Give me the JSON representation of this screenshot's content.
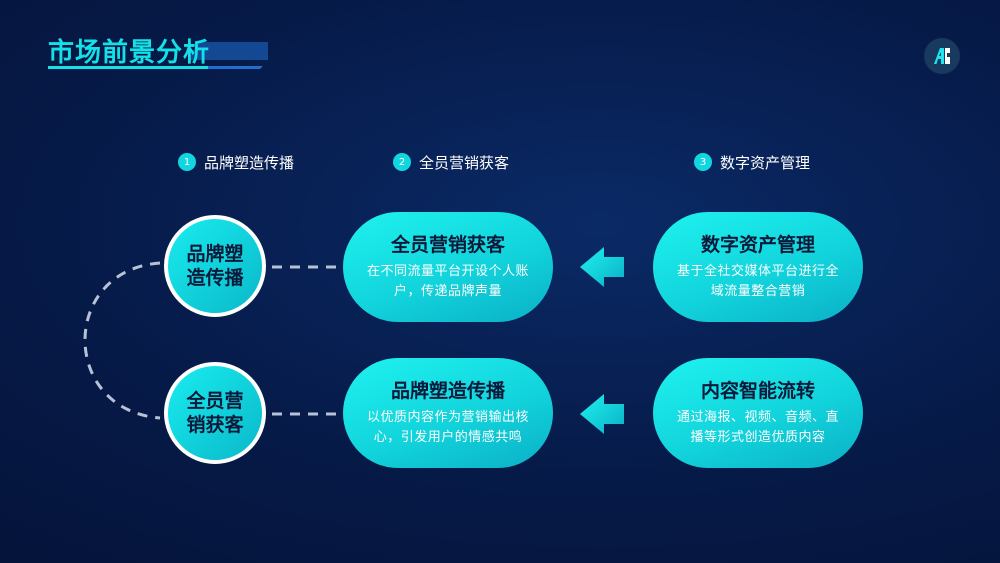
{
  "header": {
    "title": "市场前景分析"
  },
  "logo": {
    "icon": "app-logo-icon"
  },
  "steps": [
    {
      "num": "1",
      "label": "品牌塑造传播"
    },
    {
      "num": "2",
      "label": "全员营销获客"
    },
    {
      "num": "3",
      "label": "数字资产管理"
    }
  ],
  "circles": [
    {
      "label": "品牌塑造传播"
    },
    {
      "label": "全员营销获客"
    }
  ],
  "cards": {
    "row1_middle": {
      "title": "全员营销获客",
      "desc": "在不同流量平台开设个人账户，传递品牌声量"
    },
    "row1_right": {
      "title": "数字资产管理",
      "desc": "基于全社交媒体平台进行全域流量整合营销"
    },
    "row2_middle": {
      "title": "品牌塑造传播",
      "desc": "以优质内容作为营销输出核心，引发用户的情感共鸣"
    },
    "row2_right": {
      "title": "内容智能流转",
      "desc": "通过海报、视频、音频、直播等形式创造优质内容"
    }
  },
  "colors": {
    "accent": "#14e0e8",
    "card_text": "#0b1a3a",
    "background": "#061a48"
  }
}
